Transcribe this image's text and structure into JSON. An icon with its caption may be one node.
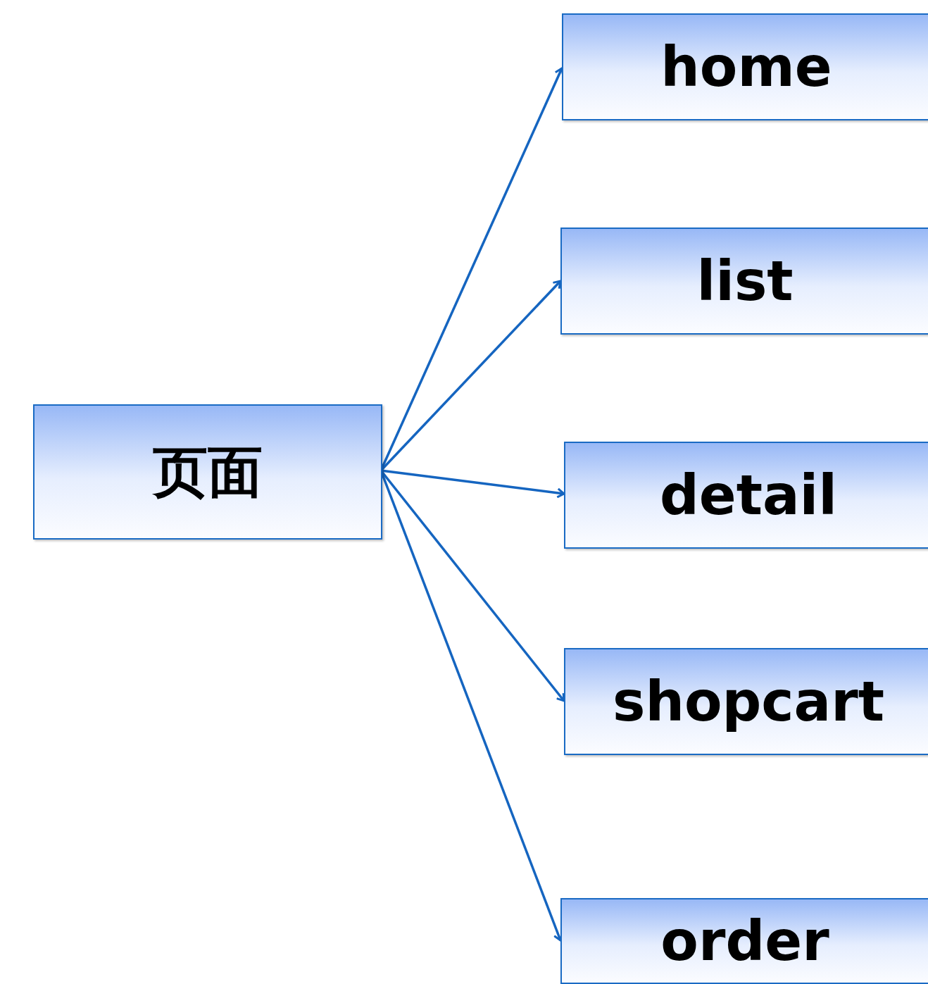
{
  "diagram": {
    "nodes": [
      {
        "text": [
          "页面"
        ]
      },
      {
        "text": [
          "home"
        ]
      },
      {
        "text": [
          "list"
        ]
      },
      {
        "text": [
          "detail"
        ]
      },
      {
        "text": [
          "shopcart"
        ]
      },
      {
        "text": [
          "order"
        ]
      }
    ],
    "edges": [
      {
        "from": 0,
        "to": 1,
        "arrow": "to"
      },
      {
        "from": 0,
        "to": 2,
        "arrow": "to"
      },
      {
        "from": 0,
        "to": 3,
        "arrow": "to"
      },
      {
        "from": 0,
        "to": 4,
        "arrow": "to"
      },
      {
        "from": 0,
        "to": 5,
        "arrow": "to"
      }
    ]
  }
}
